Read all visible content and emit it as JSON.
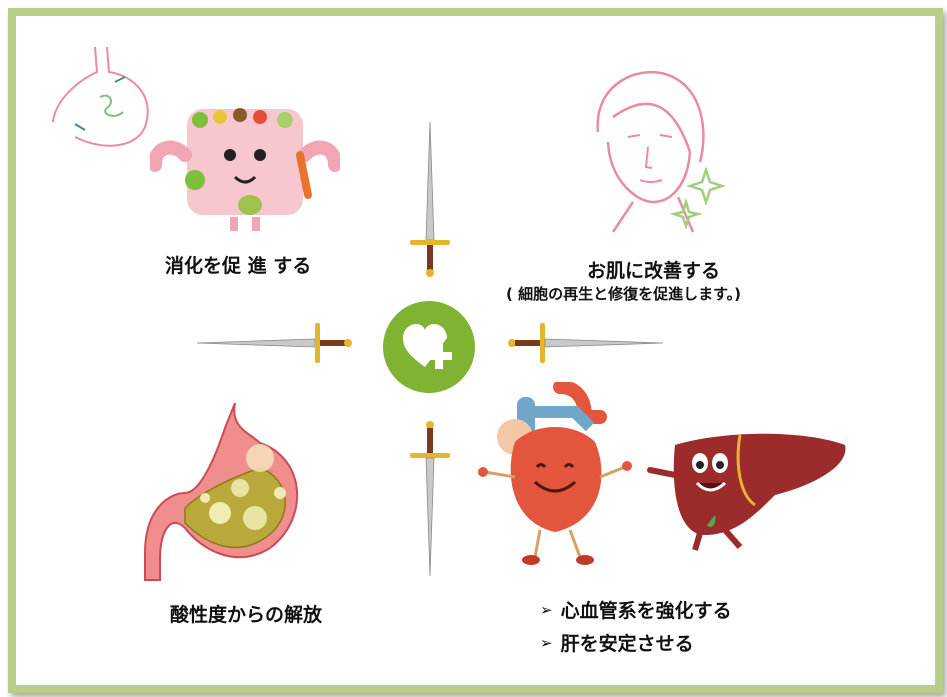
{
  "labels": {
    "digestion": "消化を促 進 する",
    "skin": "お肌に改善する",
    "skin_note": "( 細胞の再生と修復を促進します。)",
    "acidity": "酸性度からの解放",
    "bullets": [
      "心血管系を強化する",
      "肝を安定させる"
    ]
  },
  "bullet_glyph": "➢",
  "colors": {
    "frame": "#b7cf8b",
    "center": "#7fb331",
    "skin_line": "#ea8ba0",
    "sparkle": "#9fce7d",
    "heart": "#e4553d",
    "liver": "#9c2b2b"
  },
  "icons": {
    "center": "heart-plus-icon",
    "swords": "sword-icon"
  }
}
